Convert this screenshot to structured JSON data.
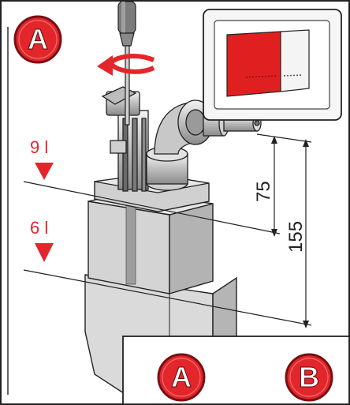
{
  "badges": {
    "top_left": "A",
    "bottom_a": "A",
    "bottom_b": "B"
  },
  "volumes": {
    "upper": "9 l",
    "lower": "6 l"
  },
  "dimensions": {
    "short": "75",
    "long": "155"
  },
  "colors": {
    "badge_fill": "#e3262b",
    "badge_stroke": "#7a0f12",
    "arrow_red": "#e3262b",
    "plate_red": "#e02020",
    "outline": "#222222"
  },
  "icons": [
    "rotation-arrow-icon",
    "screwdriver-icon",
    "down-arrow-icon"
  ]
}
